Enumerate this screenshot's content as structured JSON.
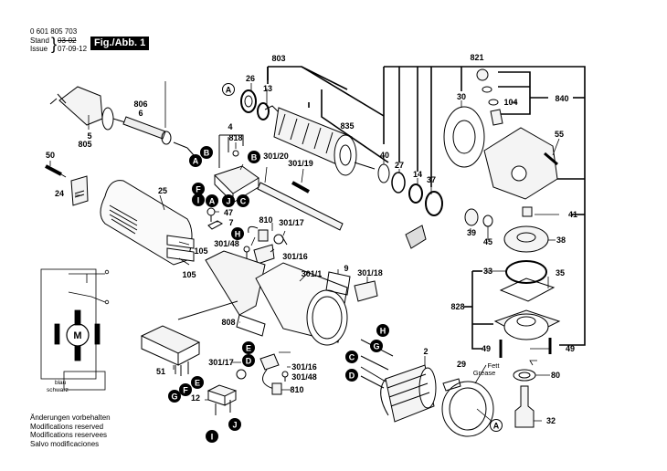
{
  "header": {
    "part_number": "0 601 805 703",
    "stand_label": "Stand",
    "issue_label": "Issue",
    "stand_value": "03-02",
    "issue_value": "07-09-12",
    "figure_label": "Fig./Abb. 1"
  },
  "footer_notes": [
    "Änderungen vorbehalten",
    "Modifications reserved",
    "Modifications reservees",
    "Salvo modificaciones"
  ],
  "part_labels": {
    "p803": "803",
    "p821": "821",
    "p840": "840",
    "p26": "26",
    "p13": "13",
    "p835": "835",
    "p806": "806",
    "p6": "6",
    "p5": "5",
    "p805": "805",
    "p50": "50",
    "p24": "24",
    "p25": "25",
    "p4": "4",
    "p818": "818",
    "p301_20": "301/20",
    "p301_19": "301/19",
    "p47": "47",
    "p7": "7",
    "p810a": "810",
    "p301_17a": "301/17",
    "p301_48a": "301/48",
    "p301_16a": "301/16",
    "p105a": "105",
    "p105b": "105",
    "p301_1": "301/1",
    "p9": "9",
    "p301_18": "301/18",
    "p40": "40",
    "p27": "27",
    "p14": "14",
    "p37": "37",
    "p30": "30",
    "p104": "104",
    "p55": "55",
    "p41": "41",
    "p39": "39",
    "p45": "45",
    "p38": "38",
    "p33": "33",
    "p35": "35",
    "p828": "828",
    "p49a": "49",
    "p49b": "49",
    "p808": "808",
    "p51": "51",
    "p12": "12",
    "p301_17b": "301/17",
    "p301_16b": "301/16",
    "p301_48b": "301/48",
    "p810b": "810",
    "p2": "2",
    "p29": "29",
    "p80": "80",
    "p32": "32",
    "fett": "Fett",
    "grease": "Grease",
    "motor": "M",
    "blau": "blau",
    "schwarz": "schwarz"
  },
  "connectors": {
    "A": "A",
    "B": "B",
    "C": "C",
    "D": "D",
    "E": "E",
    "F": "F",
    "G": "G",
    "H": "H",
    "I": "I",
    "J": "J"
  },
  "colors": {
    "ink": "#000000",
    "paper": "#ffffff",
    "fill": "#f4f4f4"
  }
}
